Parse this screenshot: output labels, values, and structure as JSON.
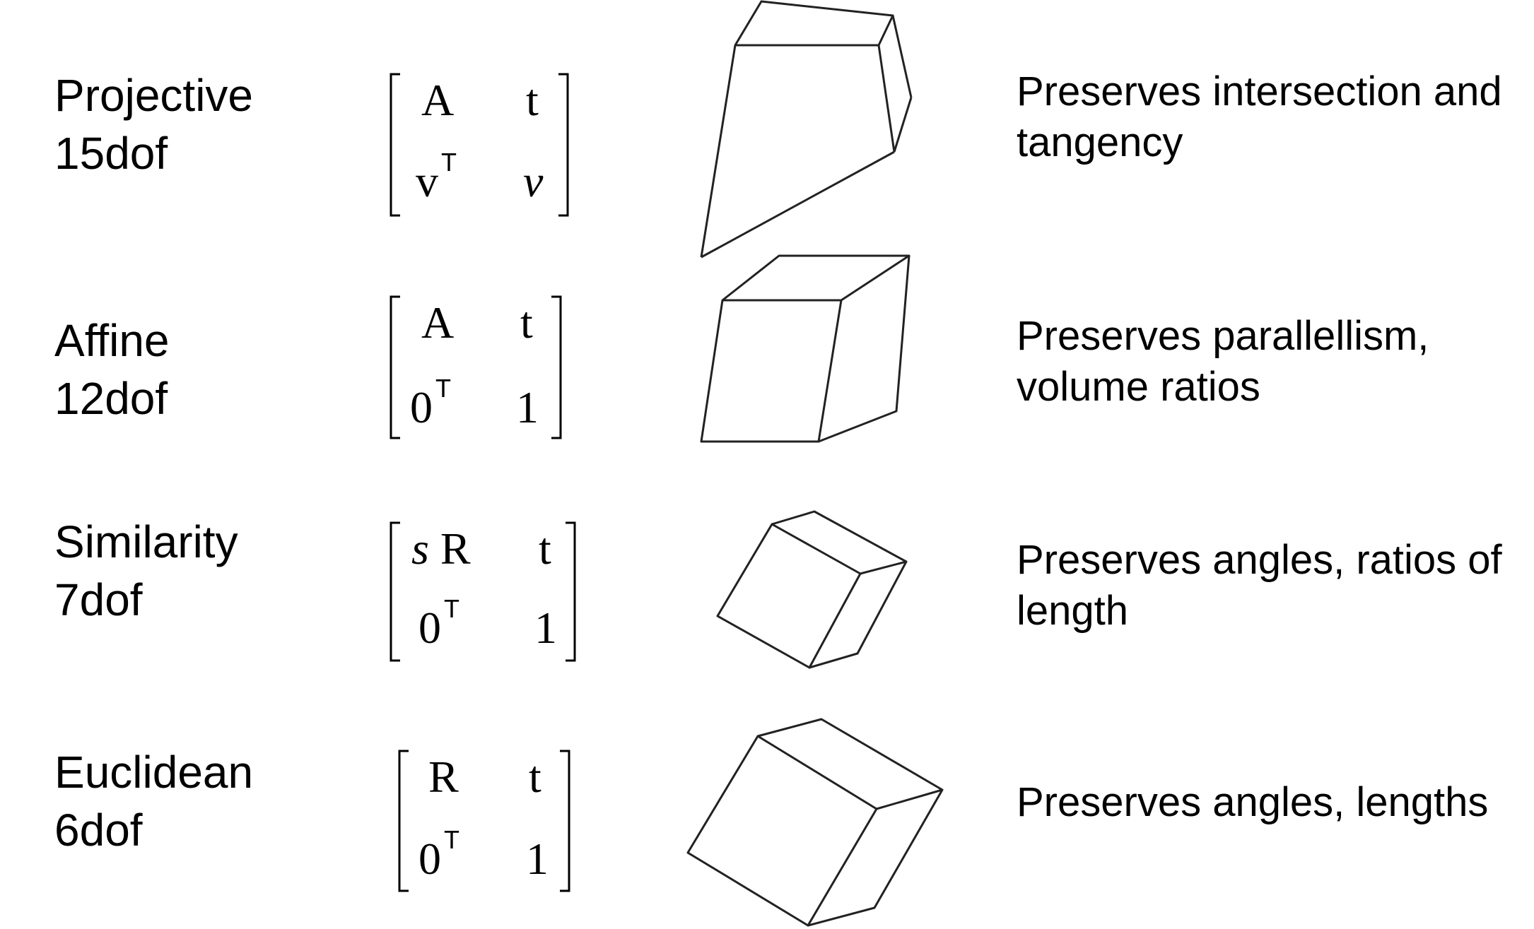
{
  "rows": [
    {
      "name": "Projective",
      "dof": "15dof",
      "matrix": {
        "a": "A",
        "b": "t",
        "c": "v",
        "c_sup": "T",
        "d": "v"
      },
      "description": [
        "Preserves intersection and",
        "tangency"
      ]
    },
    {
      "name": "Affine",
      "dof": "12dof",
      "matrix": {
        "a": "A",
        "b": "t",
        "c": "0",
        "c_sup": "T",
        "d": "1"
      },
      "description": [
        "Preserves parallellism,",
        "volume ratios"
      ]
    },
    {
      "name": "Similarity",
      "dof": "7dof",
      "matrix": {
        "a_s": "s",
        "a": "R",
        "b": "t",
        "c": "0",
        "c_sup": "T",
        "d": "1"
      },
      "description": [
        "Preserves angles, ratios of",
        "length"
      ]
    },
    {
      "name": "Euclidean",
      "dof": "6dof",
      "matrix": {
        "a": "R",
        "b": "t",
        "c": "0",
        "c_sup": "T",
        "d": "1"
      },
      "description": [
        "Preserves angles, lengths"
      ]
    }
  ]
}
